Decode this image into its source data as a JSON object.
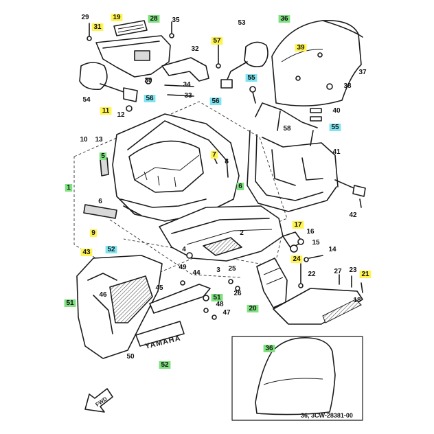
{
  "brand_text": "YAMAHA",
  "front_arrow_text": "FWD",
  "inset_code": "36, 3CW-28381-00",
  "callout_colors": {
    "yellow": "#fff44f",
    "green": "#7ee07e",
    "cyan": "#7fe3f0"
  },
  "callouts": [
    {
      "text": "29",
      "hl": ""
    },
    {
      "text": "31",
      "hl": "yellow"
    },
    {
      "text": "19",
      "hl": "yellow"
    },
    {
      "text": "28",
      "hl": "green"
    },
    {
      "text": "35",
      "hl": ""
    },
    {
      "text": "53",
      "hl": ""
    },
    {
      "text": "36",
      "hl": "green"
    },
    {
      "text": "57",
      "hl": "yellow"
    },
    {
      "text": "32",
      "hl": ""
    },
    {
      "text": "39",
      "hl": "yellow"
    },
    {
      "text": "37",
      "hl": ""
    },
    {
      "text": "30",
      "hl": ""
    },
    {
      "text": "54",
      "hl": ""
    },
    {
      "text": "34",
      "hl": ""
    },
    {
      "text": "33",
      "hl": ""
    },
    {
      "text": "55",
      "hl": "cyan"
    },
    {
      "text": "38",
      "hl": ""
    },
    {
      "text": "56",
      "hl": "cyan"
    },
    {
      "text": "56",
      "hl": "cyan"
    },
    {
      "text": "40",
      "hl": ""
    },
    {
      "text": "11",
      "hl": "yellow"
    },
    {
      "text": "12",
      "hl": ""
    },
    {
      "text": "58",
      "hl": ""
    },
    {
      "text": "55",
      "hl": "cyan"
    },
    {
      "text": "10",
      "hl": ""
    },
    {
      "text": "13",
      "hl": ""
    },
    {
      "text": "7",
      "hl": "yellow"
    },
    {
      "text": "8",
      "hl": ""
    },
    {
      "text": "41",
      "hl": ""
    },
    {
      "text": "5",
      "hl": "green"
    },
    {
      "text": "1",
      "hl": "green"
    },
    {
      "text": "6",
      "hl": "green"
    },
    {
      "text": "6",
      "hl": ""
    },
    {
      "text": "42",
      "hl": ""
    },
    {
      "text": "9",
      "hl": "yellow"
    },
    {
      "text": "2",
      "hl": ""
    },
    {
      "text": "17",
      "hl": "yellow"
    },
    {
      "text": "16",
      "hl": ""
    },
    {
      "text": "52",
      "hl": "cyan"
    },
    {
      "text": "15",
      "hl": ""
    },
    {
      "text": "14",
      "hl": ""
    },
    {
      "text": "43",
      "hl": "yellow"
    },
    {
      "text": "4",
      "hl": ""
    },
    {
      "text": "24",
      "hl": "yellow"
    },
    {
      "text": "3",
      "hl": ""
    },
    {
      "text": "49",
      "hl": ""
    },
    {
      "text": "44",
      "hl": ""
    },
    {
      "text": "25",
      "hl": ""
    },
    {
      "text": "27",
      "hl": ""
    },
    {
      "text": "23",
      "hl": ""
    },
    {
      "text": "21",
      "hl": "yellow"
    },
    {
      "text": "45",
      "hl": ""
    },
    {
      "text": "22",
      "hl": ""
    },
    {
      "text": "26",
      "hl": ""
    },
    {
      "text": "46",
      "hl": ""
    },
    {
      "text": "51",
      "hl": "green"
    },
    {
      "text": "50",
      "hl": ""
    },
    {
      "text": "48",
      "hl": ""
    },
    {
      "text": "47",
      "hl": ""
    },
    {
      "text": "20",
      "hl": "green"
    },
    {
      "text": "18",
      "hl": ""
    },
    {
      "text": "51",
      "hl": "green"
    },
    {
      "text": "52",
      "hl": "green"
    },
    {
      "text": "36",
      "hl": "green"
    }
  ]
}
